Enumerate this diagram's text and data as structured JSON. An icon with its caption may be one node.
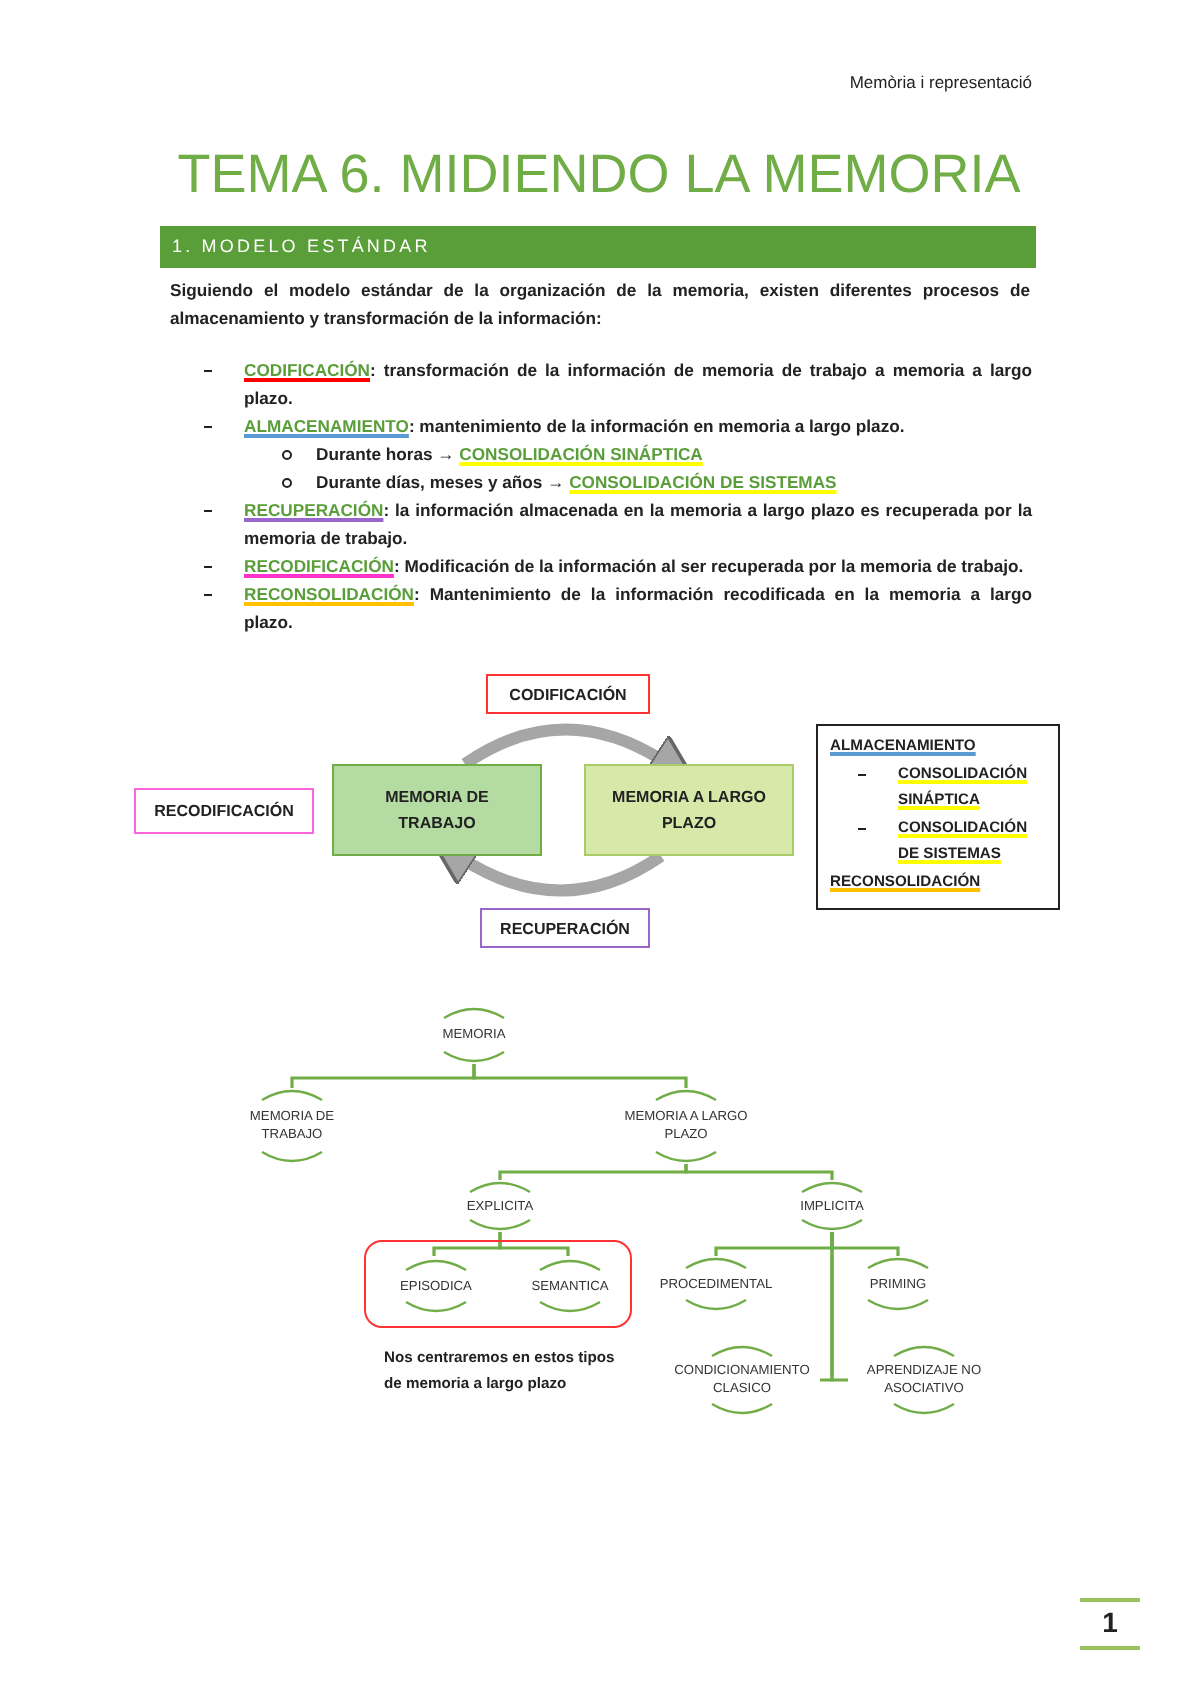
{
  "diagram": {
    "title": "TEMA 6. MIDIENDO LA MEMORIA",
    "nodes": [
      {
        "text": [
          "CODIFICACIÓN"
        ]
      },
      {
        "text": [
          "MEMORIA DE TRABAJO"
        ]
      },
      {
        "text": [
          "MEMORIA A LARGO PLAZO"
        ]
      },
      {
        "text": [
          "RECODIFICACIÓN"
        ]
      },
      {
        "text": [
          "RECUPERACIÓN"
        ]
      },
      {
        "text": [
          "ALMACENAMIENTO",
          "CONSOLIDACIÓN SINÁPTICA",
          "CONSOLIDACIÓN DE SISTEMAS",
          "RECONSOLIDACIÓN"
        ]
      },
      {
        "text": [
          "MEMORIA"
        ]
      },
      {
        "text": [
          "MEMORIA DE TRABAJO"
        ]
      },
      {
        "text": [
          "MEMORIA A LARGO PLAZO"
        ]
      },
      {
        "text": [
          "EXPLICITA"
        ]
      },
      {
        "text": [
          "IMPLICITA"
        ]
      },
      {
        "text": [],
        "shape": "box",
        "beside": [
          "Nos centraremos en estos tipos de memoria a largo plazo"
        ]
      },
      {
        "text": [
          "EPISODICA"
        ],
        "in": 11
      },
      {
        "text": [
          "SEMANTICA"
        ],
        "in": 11
      },
      {
        "text": [
          "PROCEDIMENTAL"
        ]
      },
      {
        "text": [
          "PRIMING"
        ]
      },
      {
        "text": [
          "CONDICIONAMIENTO CLASICO"
        ]
      },
      {
        "text": [
          "APRENDIZAJE NO ASOCIATIVO"
        ]
      }
    ],
    "edges": [
      {
        "from": 1,
        "to": 2,
        "arrow": "to",
        "style": "thick",
        "color": "#a6a6a6"
      },
      {
        "from": 2,
        "to": 1,
        "arrow": "to",
        "style": "thick",
        "color": "#a6a6a6"
      },
      {
        "from": 6,
        "to": 7,
        "arrow": "none"
      },
      {
        "from": 6,
        "to": 8,
        "arrow": "none"
      },
      {
        "from": 8,
        "to": 9,
        "arrow": "none"
      },
      {
        "from": 8,
        "to": 10,
        "arrow": "none"
      },
      {
        "from": 9,
        "to": 12,
        "arrow": "none"
      },
      {
        "from": 9,
        "to": 13,
        "arrow": "none"
      },
      {
        "from": 10,
        "to": 14,
        "arrow": "none"
      },
      {
        "from": 10,
        "to": 15,
        "arrow": "none"
      },
      {
        "from": 10,
        "to": 16,
        "arrow": "none"
      },
      {
        "from": 10,
        "to": 17,
        "arrow": "none"
      }
    ],
    "labels": [
      "Memòria i representació",
      "1. MODELO ESTÁNDAR",
      "Siguiendo el modelo estándar de la organización de la memoria, existen diferentes procesos de almacenamiento y transformación de la información:",
      "CODIFICACIÓN",
      ": transformación de la información de memoria de trabajo a memoria a largo plazo.",
      "ALMACENAMIENTO",
      ": mantenimiento de la información en memoria a largo plazo.",
      "Durante horas →",
      "CONSOLIDACIÓN SINÁPTICA",
      "Durante días, meses y años →",
      "CONSOLIDACIÓN DE SISTEMAS",
      "RECUPERACIÓN",
      ": la información almacenada en la memoria a largo plazo es recuperada por la memoria de trabajo.",
      "RECODIFICACIÓN",
      ": Modificación de la información al ser recuperada por la memoria de trabajo.",
      "RECONSOLIDACIÓN",
      ": Mantenimiento de la información recodificada en la memoria a largo plazo.",
      "1"
    ]
  }
}
